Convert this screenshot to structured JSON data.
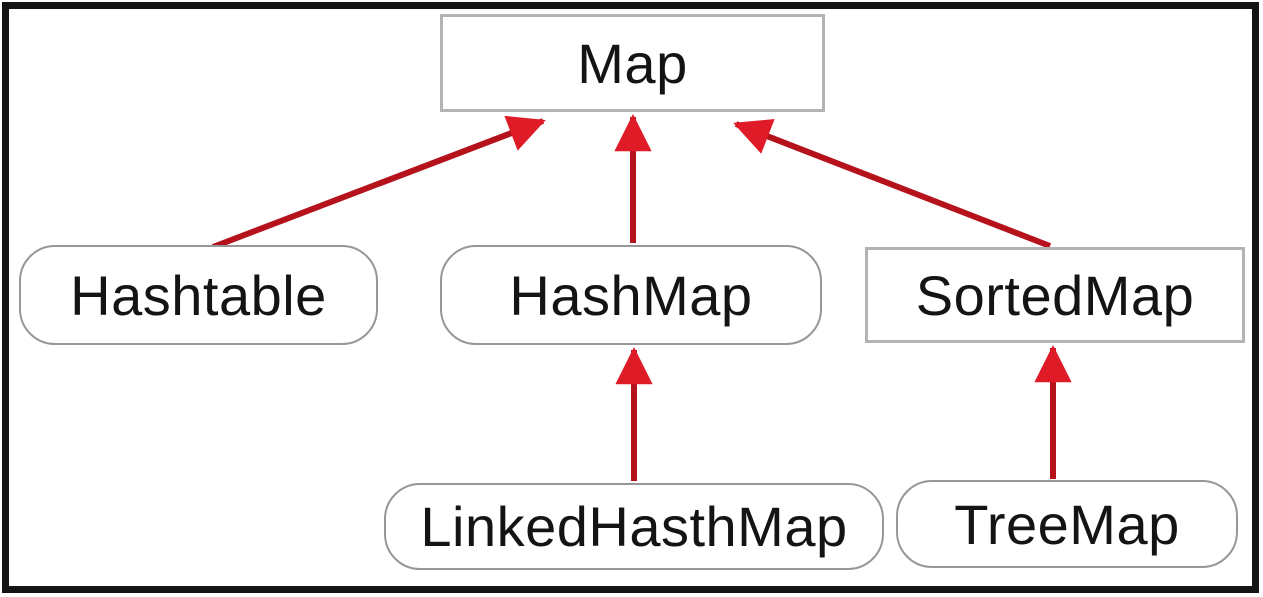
{
  "diagram": {
    "type": "class-hierarchy",
    "nodes": {
      "map": {
        "label": "Map",
        "shape": "rectangle"
      },
      "hashtable": {
        "label": "Hashtable",
        "shape": "rounded"
      },
      "hashmap": {
        "label": "HashMap",
        "shape": "rounded"
      },
      "sortedmap": {
        "label": "SortedMap",
        "shape": "rectangle"
      },
      "linkedhasthmap": {
        "label": "LinkedHasthMap",
        "shape": "rounded"
      },
      "treemap": {
        "label": "TreeMap",
        "shape": "rounded"
      }
    },
    "edges": [
      {
        "from": "Hashtable",
        "to": "Map"
      },
      {
        "from": "HashMap",
        "to": "Map"
      },
      {
        "from": "SortedMap",
        "to": "Map"
      },
      {
        "from": "LinkedHasthMap",
        "to": "HashMap"
      },
      {
        "from": "TreeMap",
        "to": "SortedMap"
      }
    ],
    "colors": {
      "arrow_shaft": "#b5121c",
      "arrow_head": "#e01b28",
      "rounded_box_border": "#979797",
      "rectangle_box_border": "#b3b3b3",
      "outer_frame": "#141414",
      "text": "#141414",
      "background": "#ffffff"
    }
  }
}
